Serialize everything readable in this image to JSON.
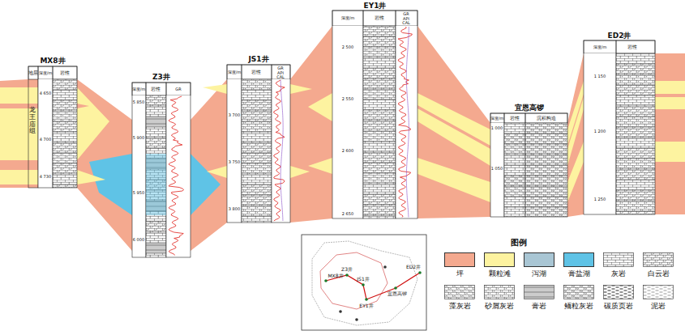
{
  "diagram": {
    "nodes": [
      {
        "text": [
          "MX8井"
        ]
      },
      {
        "text": [
          "Z3井"
        ]
      },
      {
        "text": [
          "JS1井"
        ]
      },
      {
        "text": [
          "EY1井"
        ]
      },
      {
        "text": [
          "宜恩高锣"
        ]
      },
      {
        "text": [
          "ED2井"
        ]
      }
    ],
    "labels": [
      "地层",
      "深度/m",
      "岩性",
      "龙王庙组",
      "4 650",
      "4 700",
      "4 730",
      "深度/m",
      "岩性",
      "GR",
      "5 850",
      "5 900",
      "5 950",
      "6 000",
      "深度/m",
      "岩性",
      "GR",
      "API",
      "CAL",
      "3 700",
      "3 750",
      "3 800",
      "深度/m",
      "岩性",
      "GR",
      "API",
      "CAL",
      "2 500",
      "2 550",
      "2 600",
      "2 650",
      "深度/m",
      "岩性",
      "沉积构造",
      "1 000",
      "1 050",
      "深度/m",
      "岩性",
      "1 150",
      "1 200",
      "1 250",
      "MX8井",
      "Z3井",
      "JS1井",
      "EY1井",
      "宜恩高锣",
      "ED2井",
      "图例"
    ],
    "legend": [
      {
        "text": "坪",
        "color": "#f4a98f"
      },
      {
        "text": "颗粒滩",
        "color": "#fdf3a0"
      },
      {
        "text": "泻湖",
        "color": "#a9c6d4"
      },
      {
        "text": "膏盐湖",
        "color": "#5fc3e6"
      },
      {
        "text": "灰岩"
      },
      {
        "text": "白云岩"
      },
      {
        "text": "藻灰岩"
      },
      {
        "text": "砂屑灰岩"
      },
      {
        "text": "膏岩"
      },
      {
        "text": "鲕粒灰岩"
      },
      {
        "text": "碳质页岩"
      },
      {
        "text": "泥岩"
      }
    ]
  }
}
